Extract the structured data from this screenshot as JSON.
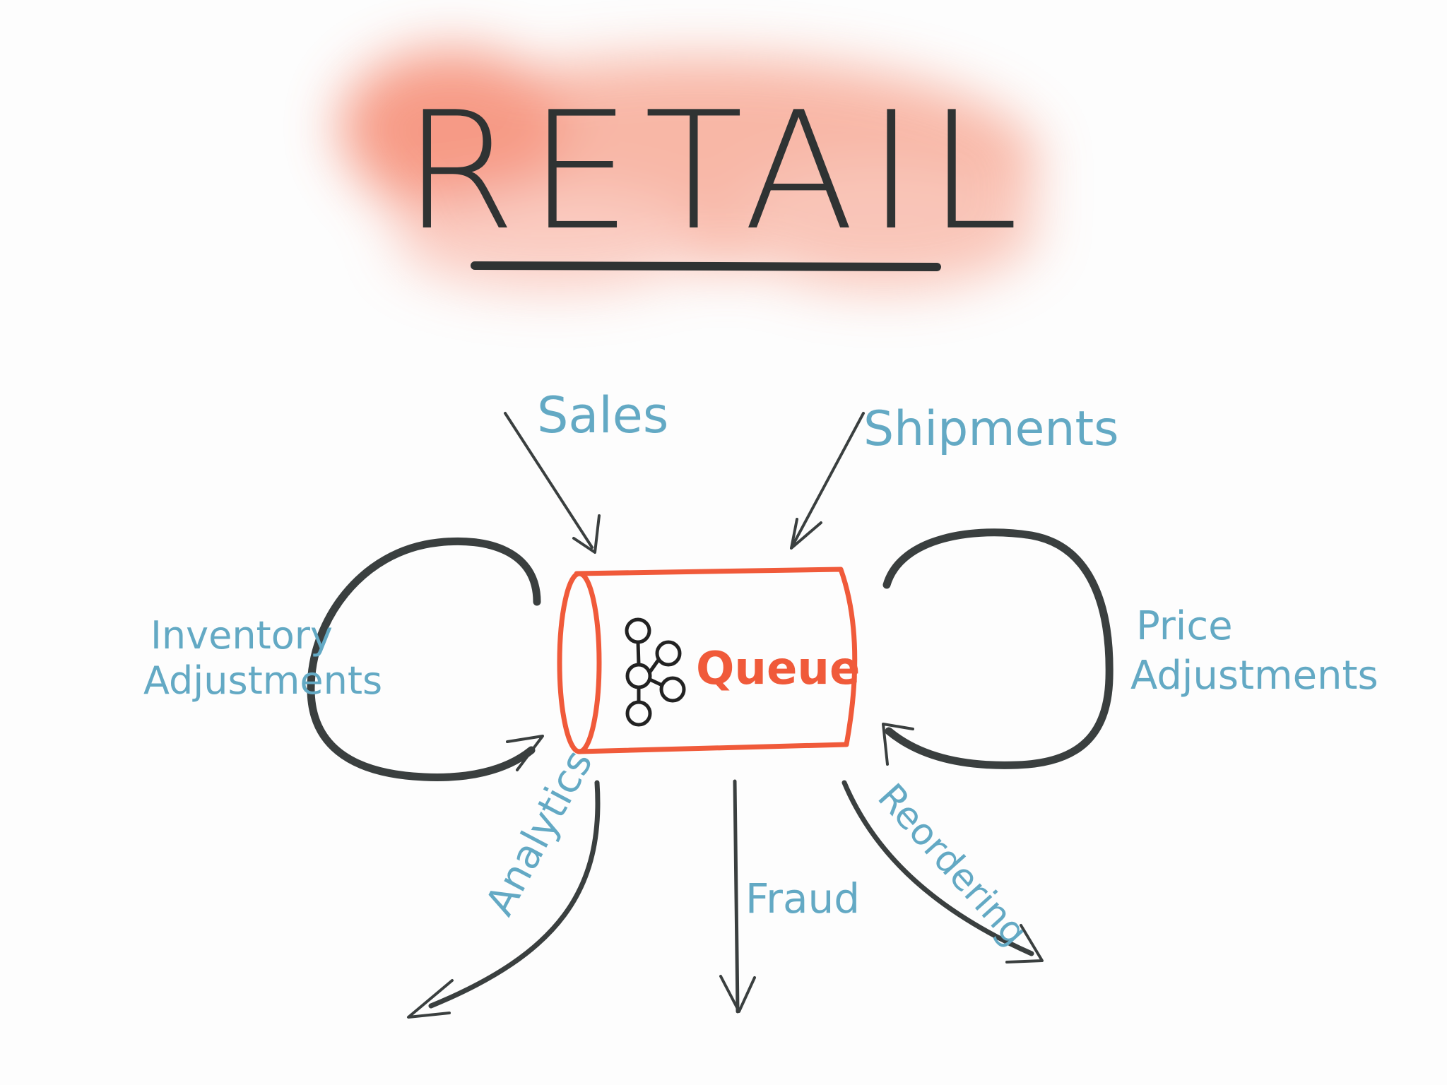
{
  "title": "RETAIL",
  "center": {
    "label": "Queue"
  },
  "inputs": [
    {
      "label": "Sales"
    },
    {
      "label": "Shipments"
    }
  ],
  "loops": [
    {
      "label_line1": "Inventory",
      "label_line2": "Adjustments"
    },
    {
      "label_line1": "Price",
      "label_line2": "Adjustments"
    }
  ],
  "outputs": [
    {
      "label": "Analytics"
    },
    {
      "label": "Fraud"
    },
    {
      "label": "Reordering"
    }
  ],
  "colors": {
    "title_wash": "#f58a6e",
    "ink": "#3a3f3f",
    "queue_stroke": "#f05a3a",
    "label_blue": "#63a9c4",
    "background": "#fdfdfd"
  }
}
